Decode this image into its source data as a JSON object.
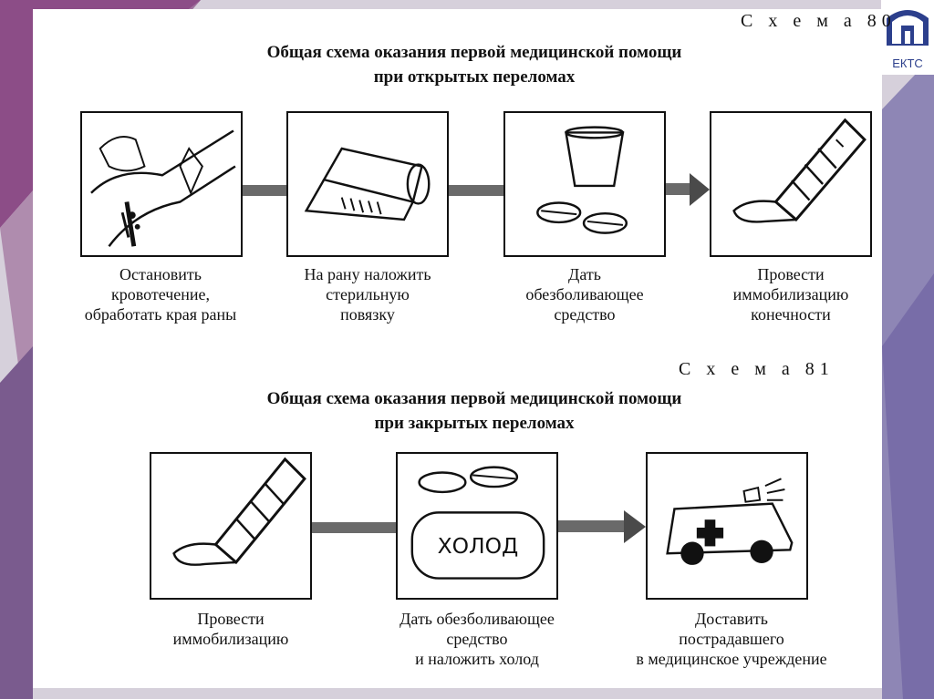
{
  "scheme80": {
    "label": "С х е м а  80",
    "title_line1": "Общая схема оказания первой медицинской помощи",
    "title_line2": "при открытых переломах",
    "steps": [
      {
        "line1": "Остановить",
        "line2": "кровотечение,",
        "line3": "обработать края раны"
      },
      {
        "line1": "На рану наложить",
        "line2": "стерильную",
        "line3": "повязку"
      },
      {
        "line1": "Дать",
        "line2": "обезболивающее",
        "line3": "средство"
      },
      {
        "line1": "Провести",
        "line2": "иммобилизацию",
        "line3": "конечности"
      }
    ]
  },
  "scheme81": {
    "label": "С х е м а  81",
    "title_line1": "Общая схема оказания  первой медицинской помощи",
    "title_line2": "при закрытых переломах",
    "steps": [
      {
        "line1": "Провести",
        "line2": "иммобилизацию",
        "line3": ""
      },
      {
        "line1": "Дать обезболивающее",
        "line2": "средство",
        "line3": "и наложить холод"
      },
      {
        "line1": "Доставить",
        "line2": "пострадавшего",
        "line3": "в медицинское учреждение"
      }
    ],
    "cold_label": "ХОЛОД"
  },
  "logo": {
    "text": "ЕКТС"
  },
  "colors": {
    "background_purple": "#8a4f88",
    "ink": "#111111",
    "paper": "#ffffff"
  }
}
